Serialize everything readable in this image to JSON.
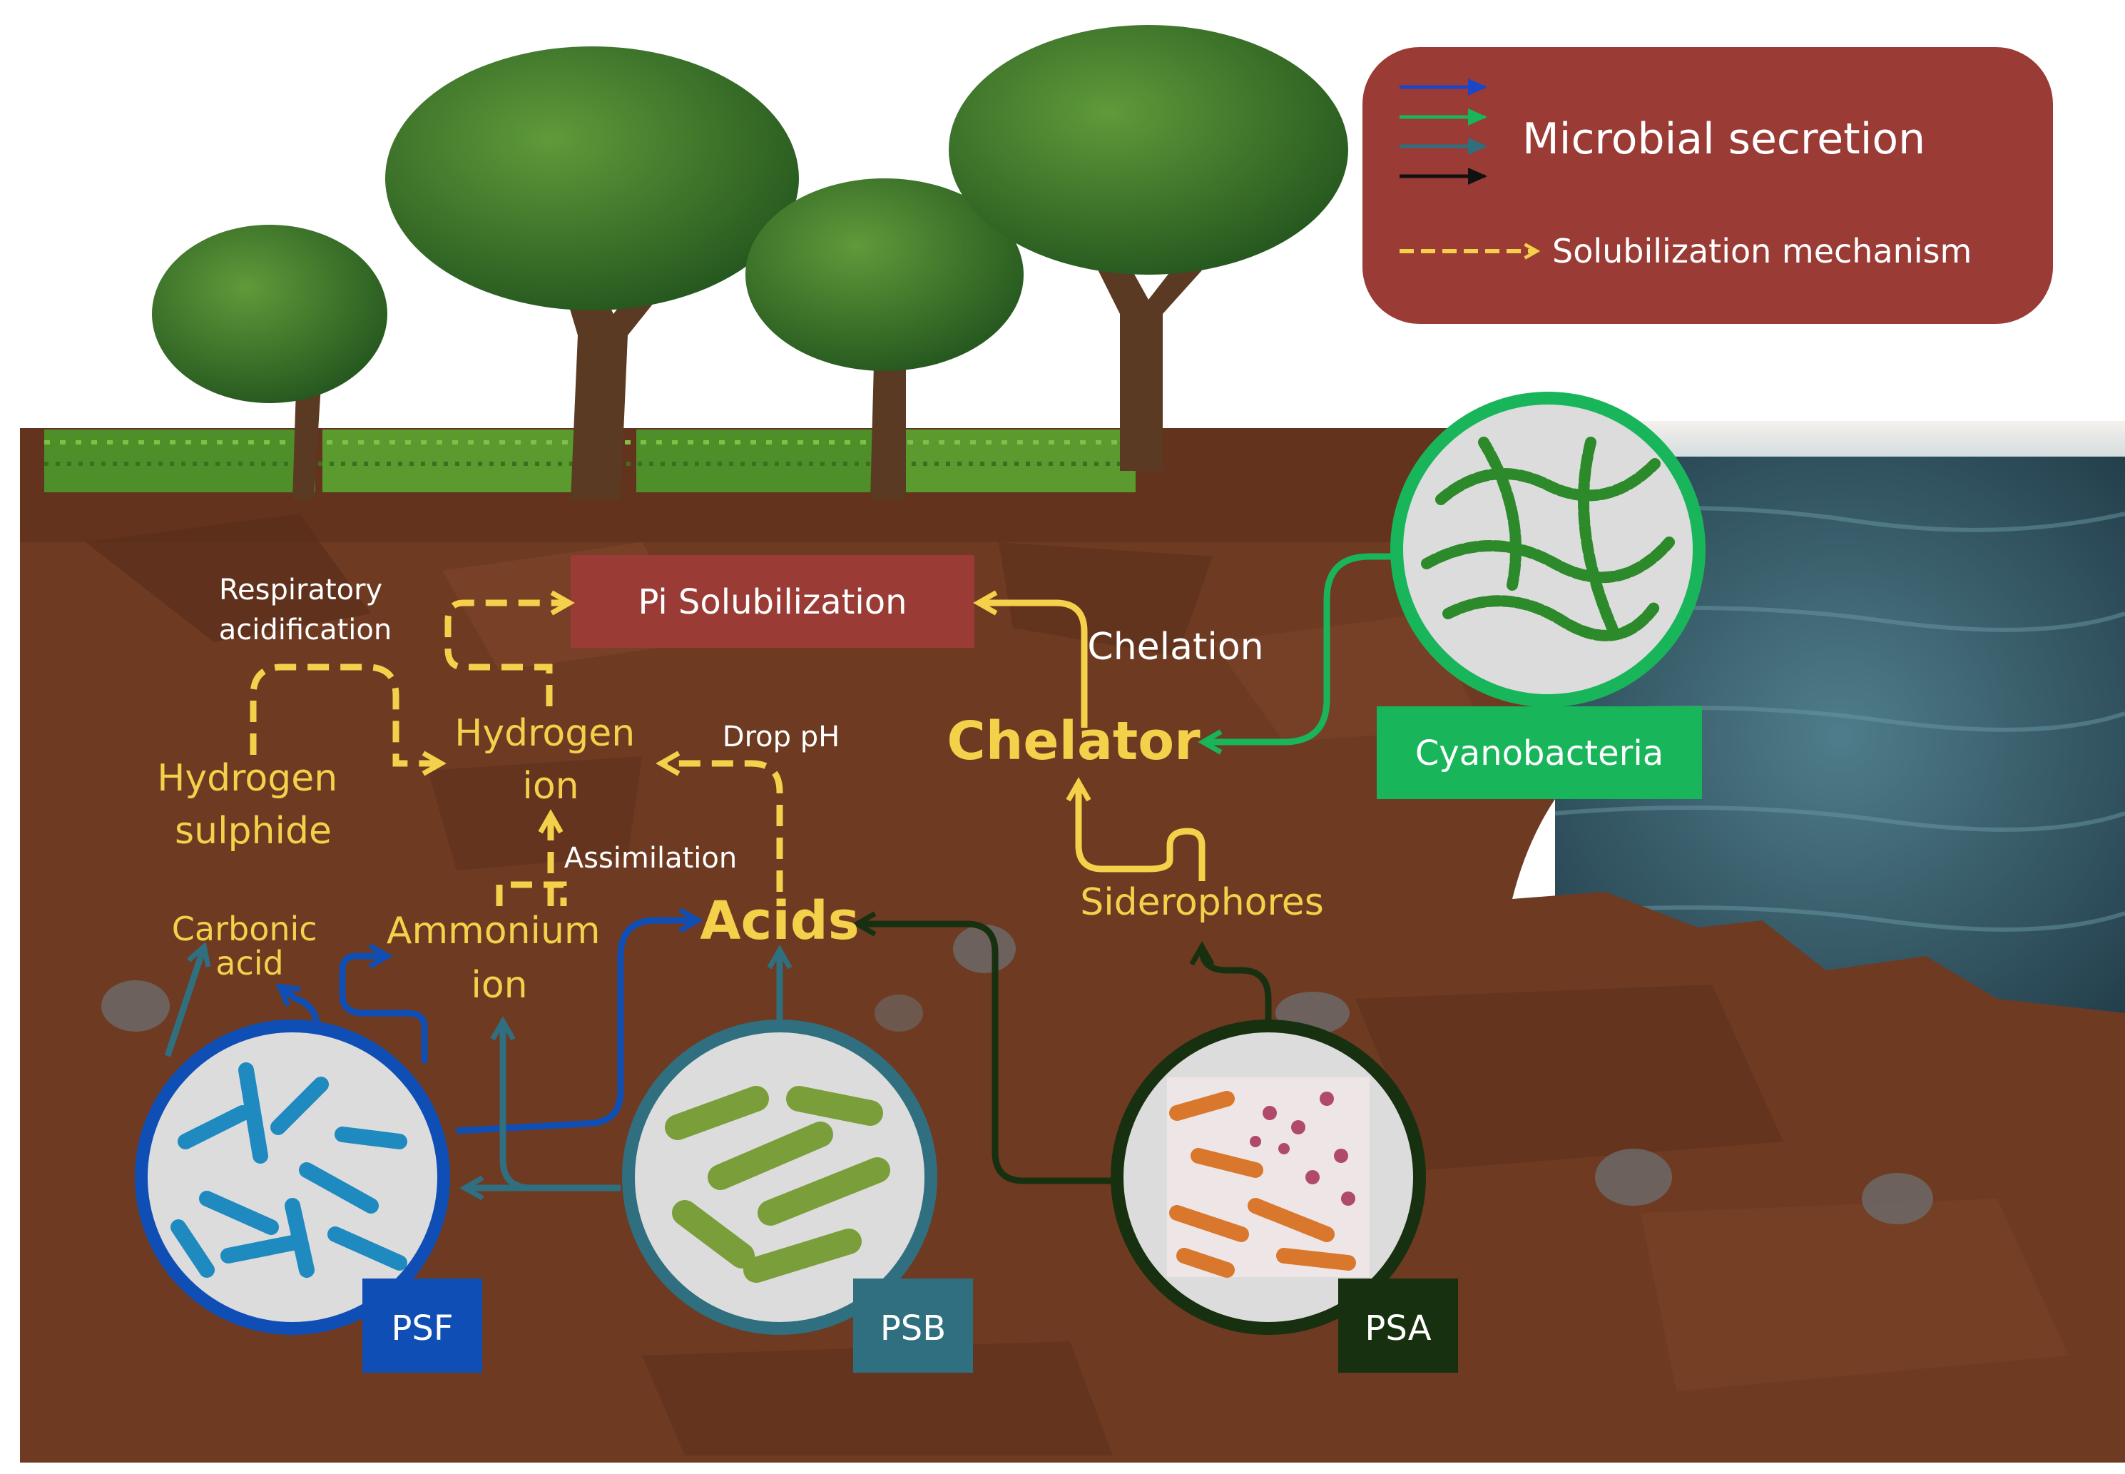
{
  "legend": {
    "secretion_label": "Microbial secretion",
    "mechanism_label": "Solubilization mechanism"
  },
  "target": {
    "label": "Pi Solubilization"
  },
  "mechanism_labels": {
    "respiratory_acidification": [
      "Respiratory",
      "acidification"
    ],
    "hydrogen_ion": [
      "Hydrogen",
      "ion"
    ],
    "hydrogen_sulphide": [
      "Hydrogen",
      "sulphide"
    ],
    "drop_ph": "Drop pH",
    "assimilation": "Assimilation",
    "chelation": "Chelation"
  },
  "secretions": {
    "carbonic_acid": [
      "Carbonic",
      "acid"
    ],
    "ammonium_ion": [
      "Ammonium",
      "ion"
    ],
    "acids": "Acids",
    "chelator": "Chelator",
    "siderophores": "Siderophores"
  },
  "microbes": {
    "psf": "PSF",
    "psb": "PSB",
    "psa": "PSA",
    "cyanobacteria": "Cyanobacteria"
  },
  "colors": {
    "psf": "#0f4fb5",
    "psb": "#2f6f7f",
    "psa": "#17300f",
    "cyanobacteria": "#19b55a",
    "mechanism": "#f5d04a",
    "target_box": "#9a3b36",
    "soil": "#6e3a22",
    "sea": "#2f5a68"
  }
}
